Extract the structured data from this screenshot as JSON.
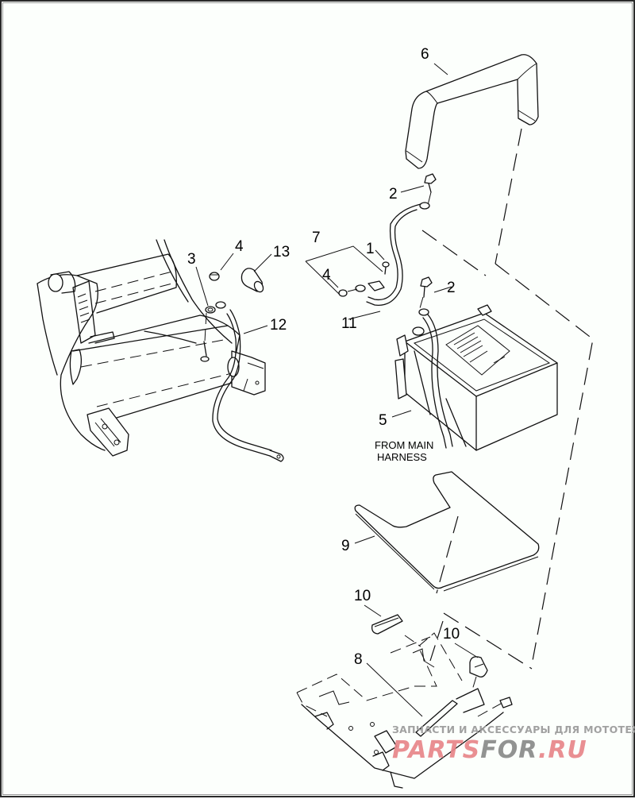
{
  "diagram": {
    "title": "Battery, Battery Cables and Battery Tray - Exploded View",
    "callouts": [
      {
        "id": "c1",
        "label": "1",
        "part": "screw"
      },
      {
        "id": "c2a",
        "label": "2",
        "part": "screw (strap end)"
      },
      {
        "id": "c2b",
        "label": "2",
        "part": "screw (battery terminal)"
      },
      {
        "id": "c3",
        "label": "3",
        "part": "lock washer"
      },
      {
        "id": "c4a",
        "label": "4",
        "part": "flange nut (frame)"
      },
      {
        "id": "c4b",
        "label": "4",
        "part": "flange nut (cable kit)"
      },
      {
        "id": "c5",
        "label": "5",
        "part": "battery"
      },
      {
        "id": "c6",
        "label": "6",
        "part": "battery strap"
      },
      {
        "id": "c7",
        "label": "7",
        "part": "cable kit"
      },
      {
        "id": "c8",
        "label": "8",
        "part": "battery tray"
      },
      {
        "id": "c9",
        "label": "9",
        "part": "battery pad"
      },
      {
        "id": "c10a",
        "label": "10",
        "part": "strap clip"
      },
      {
        "id": "c10b",
        "label": "10",
        "part": "strap clip"
      },
      {
        "id": "c11",
        "label": "11",
        "part": "positive cable"
      },
      {
        "id": "c12",
        "label": "12",
        "part": "negative cable"
      },
      {
        "id": "c13",
        "label": "13",
        "part": "terminal boot"
      }
    ],
    "notes": {
      "harness_line1": "FROM MAIN",
      "harness_line2": "HARNESS"
    }
  },
  "watermark": {
    "tagline": "ЗАПЧАСТИ И АКСЕССУАРЫ ДЛЯ МОТОТЕХНИКИ",
    "brand_part1": "PARTS",
    "brand_part2": "FOR",
    "brand_part3": ".RU",
    "color_primary": "#e8868a",
    "color_secondary": "#8a8a8a"
  }
}
